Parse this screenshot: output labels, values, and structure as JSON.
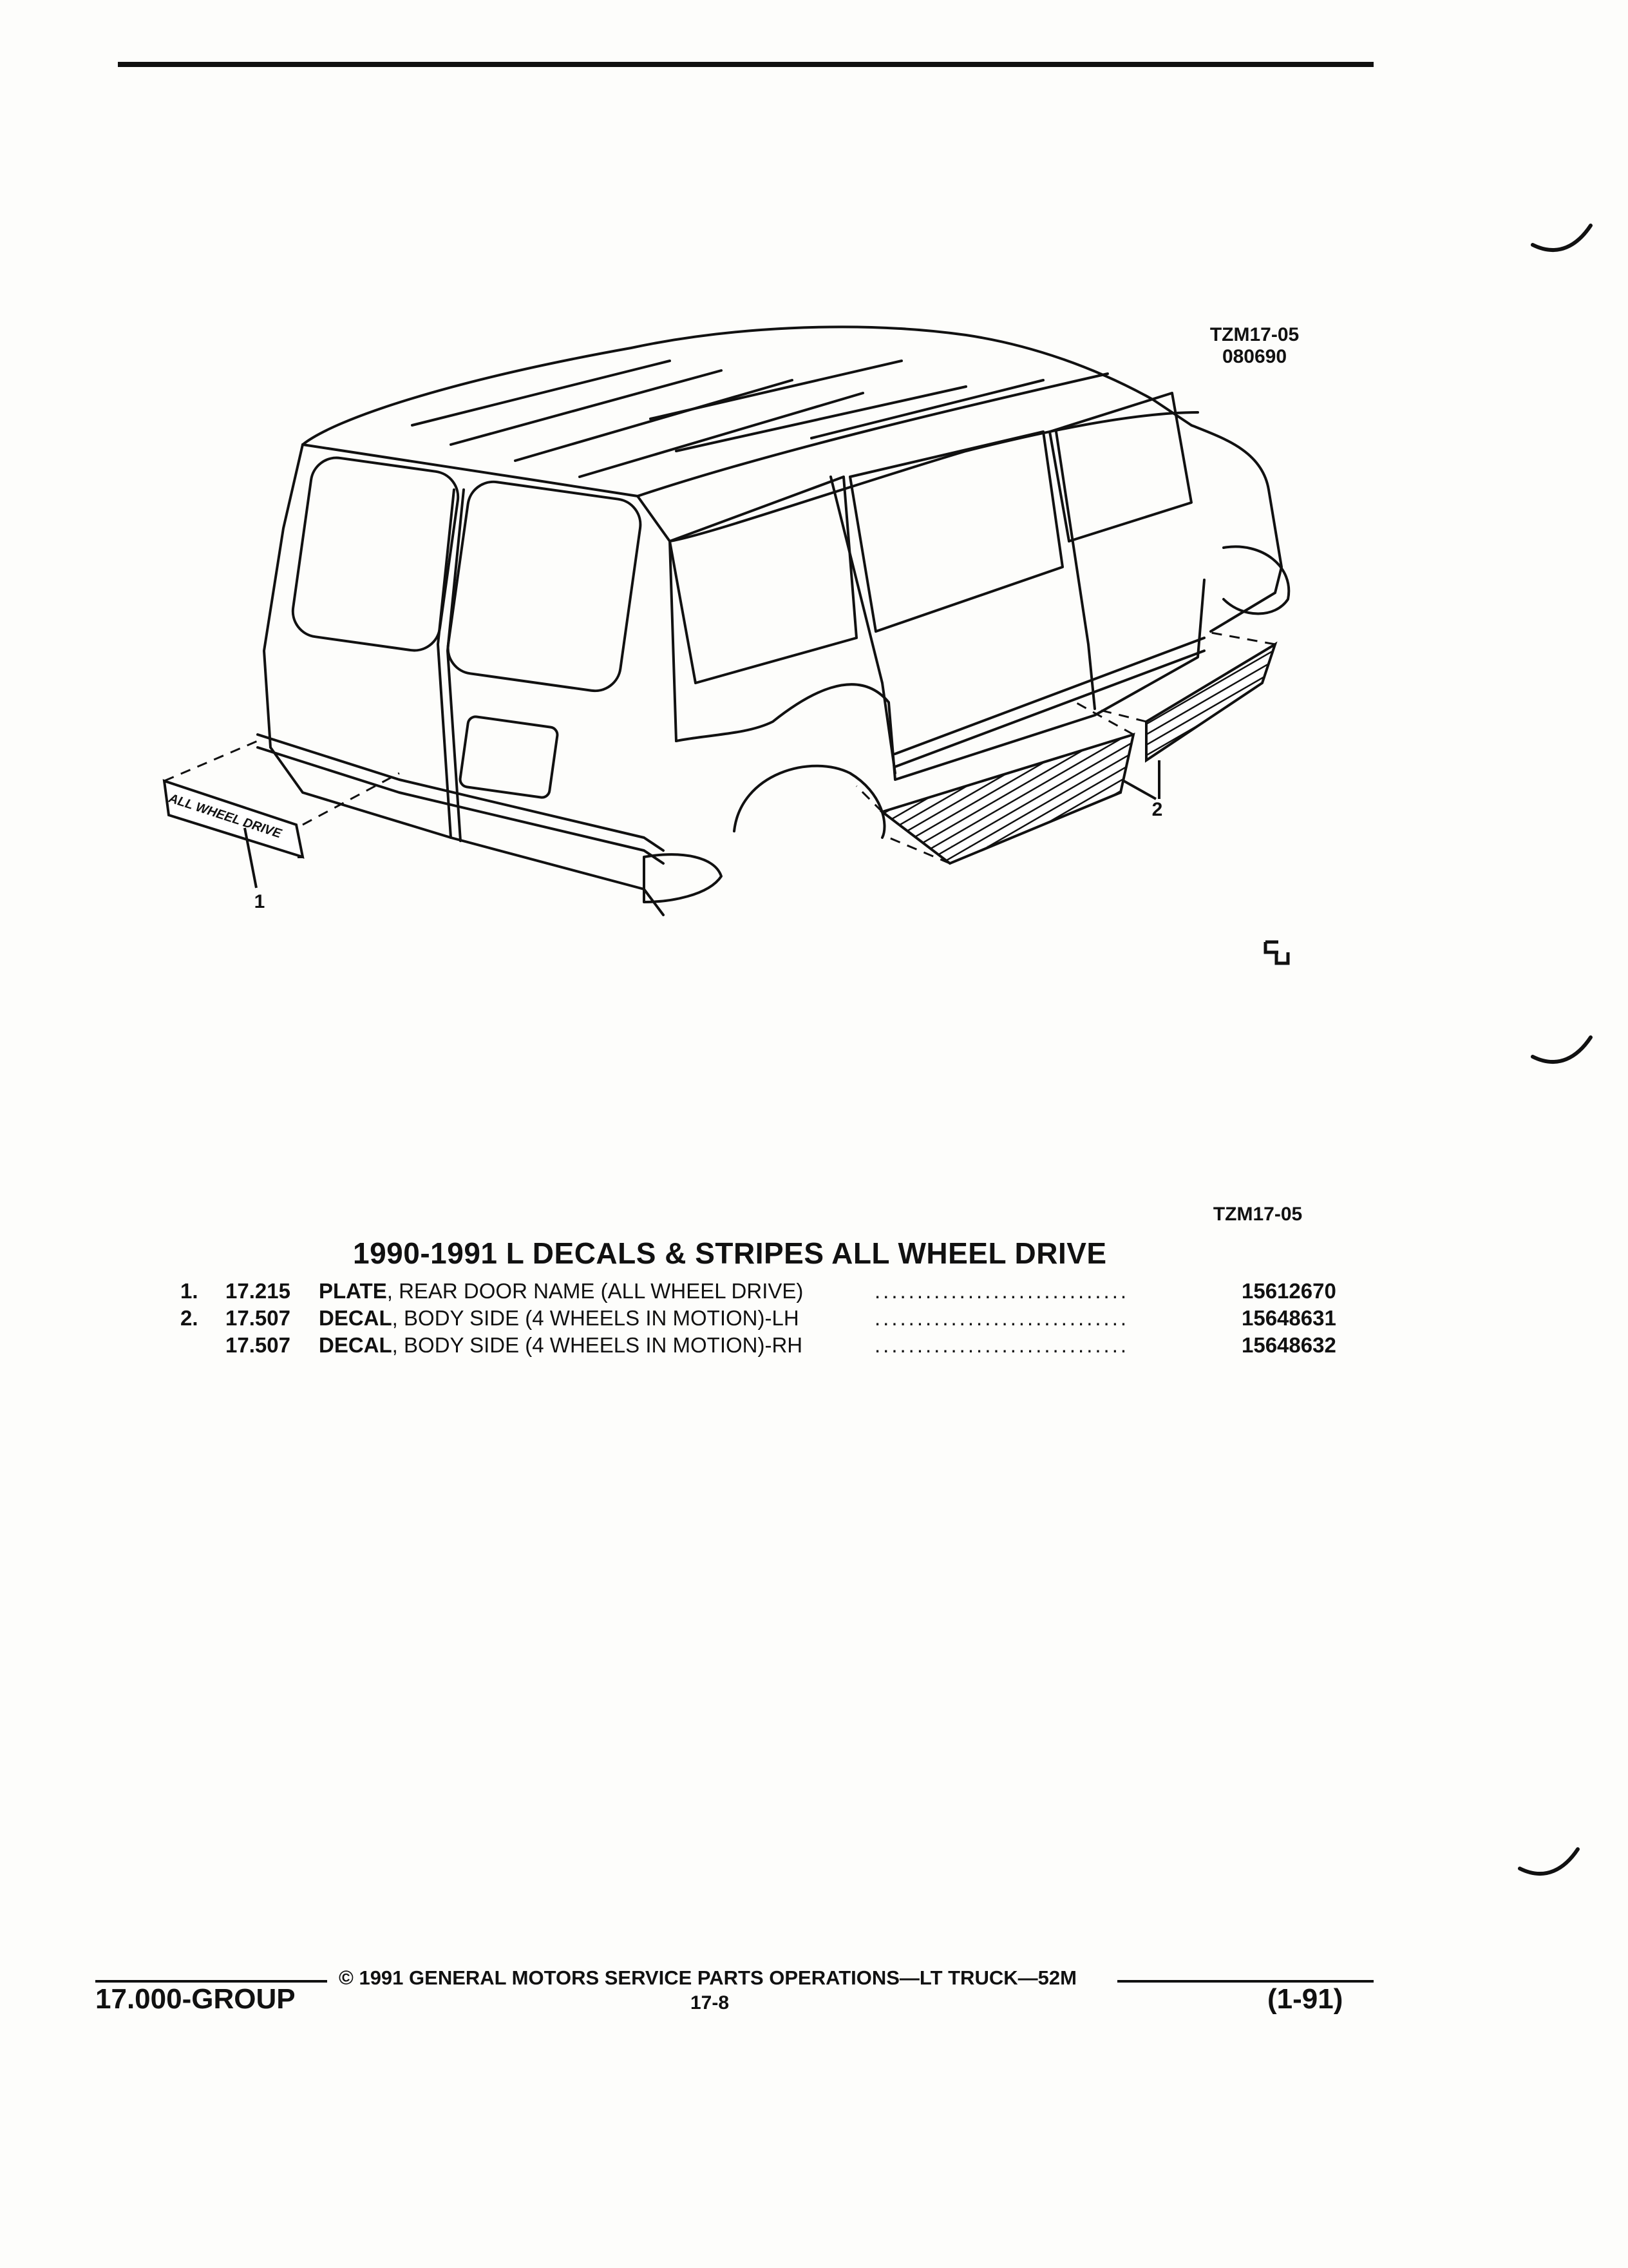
{
  "figure": {
    "ref_code": "TZM17-05",
    "ref_date": "080690",
    "callout_1": "1",
    "callout_2": "2",
    "plate_text": "ALL WHEEL DRIVE"
  },
  "section_code": "TZM17-05",
  "section_title": "1990-1991 L DECALS & STRIPES ALL WHEEL DRIVE",
  "parts": [
    {
      "item": "1.",
      "group": "17.215",
      "name": "PLATE",
      "description": ", REAR DOOR NAME (ALL WHEEL DRIVE)",
      "part_number": "15612670"
    },
    {
      "item": "2.",
      "group": "17.507",
      "name": "DECAL",
      "description": ", BODY SIDE (4 WHEELS IN MOTION)-LH",
      "part_number": "15648631"
    },
    {
      "item": "",
      "group": "17.507",
      "name": "DECAL",
      "description": ", BODY SIDE (4 WHEELS IN MOTION)-RH",
      "part_number": "15648632"
    }
  ],
  "leader_dots": "..............................",
  "footer": {
    "group": "17.000-GROUP",
    "copyright": "© 1991 GENERAL MOTORS SERVICE PARTS OPERATIONS—LT TRUCK—52M",
    "page": "17-8",
    "date_code": "(1-91)"
  }
}
